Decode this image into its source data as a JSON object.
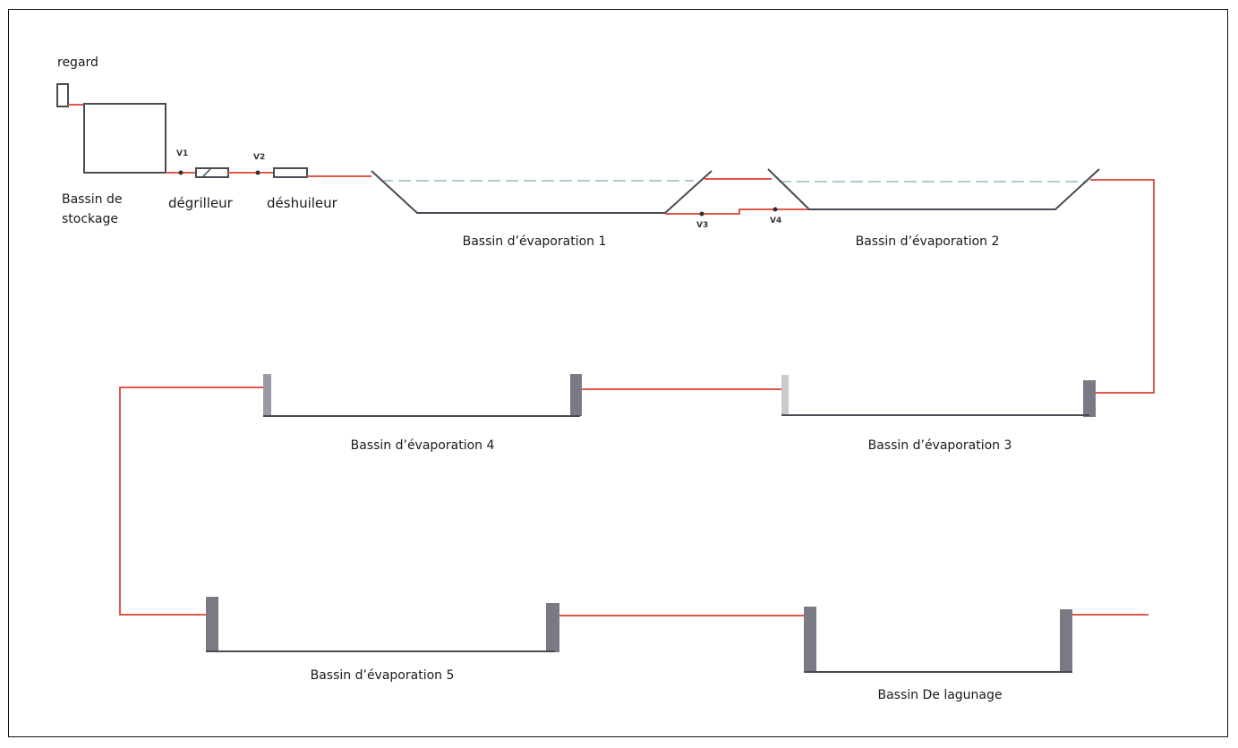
{
  "colors": {
    "pipe": "#e0584a",
    "wall": "#4a4a55",
    "water": "#b0cbd0",
    "wall_fill": "#8a8a93"
  },
  "labels": {
    "regard": "regard",
    "stockage_line1": "Bassin de",
    "stockage_line2": "stockage",
    "degrilleur": "dégrilleur",
    "deshuileur": "déshuileur",
    "v1": "V1",
    "v2": "V2",
    "v3": "V3",
    "v4": "V4",
    "evap1": "Bassin d’évaporation 1",
    "evap2": "Bassin d’évaporation 2",
    "evap3": "Bassin d’évaporation 3",
    "evap4": "Bassin d’évaporation 4",
    "evap5": "Bassin d’évaporation 5",
    "lagunage": "Bassin De lagunage"
  }
}
